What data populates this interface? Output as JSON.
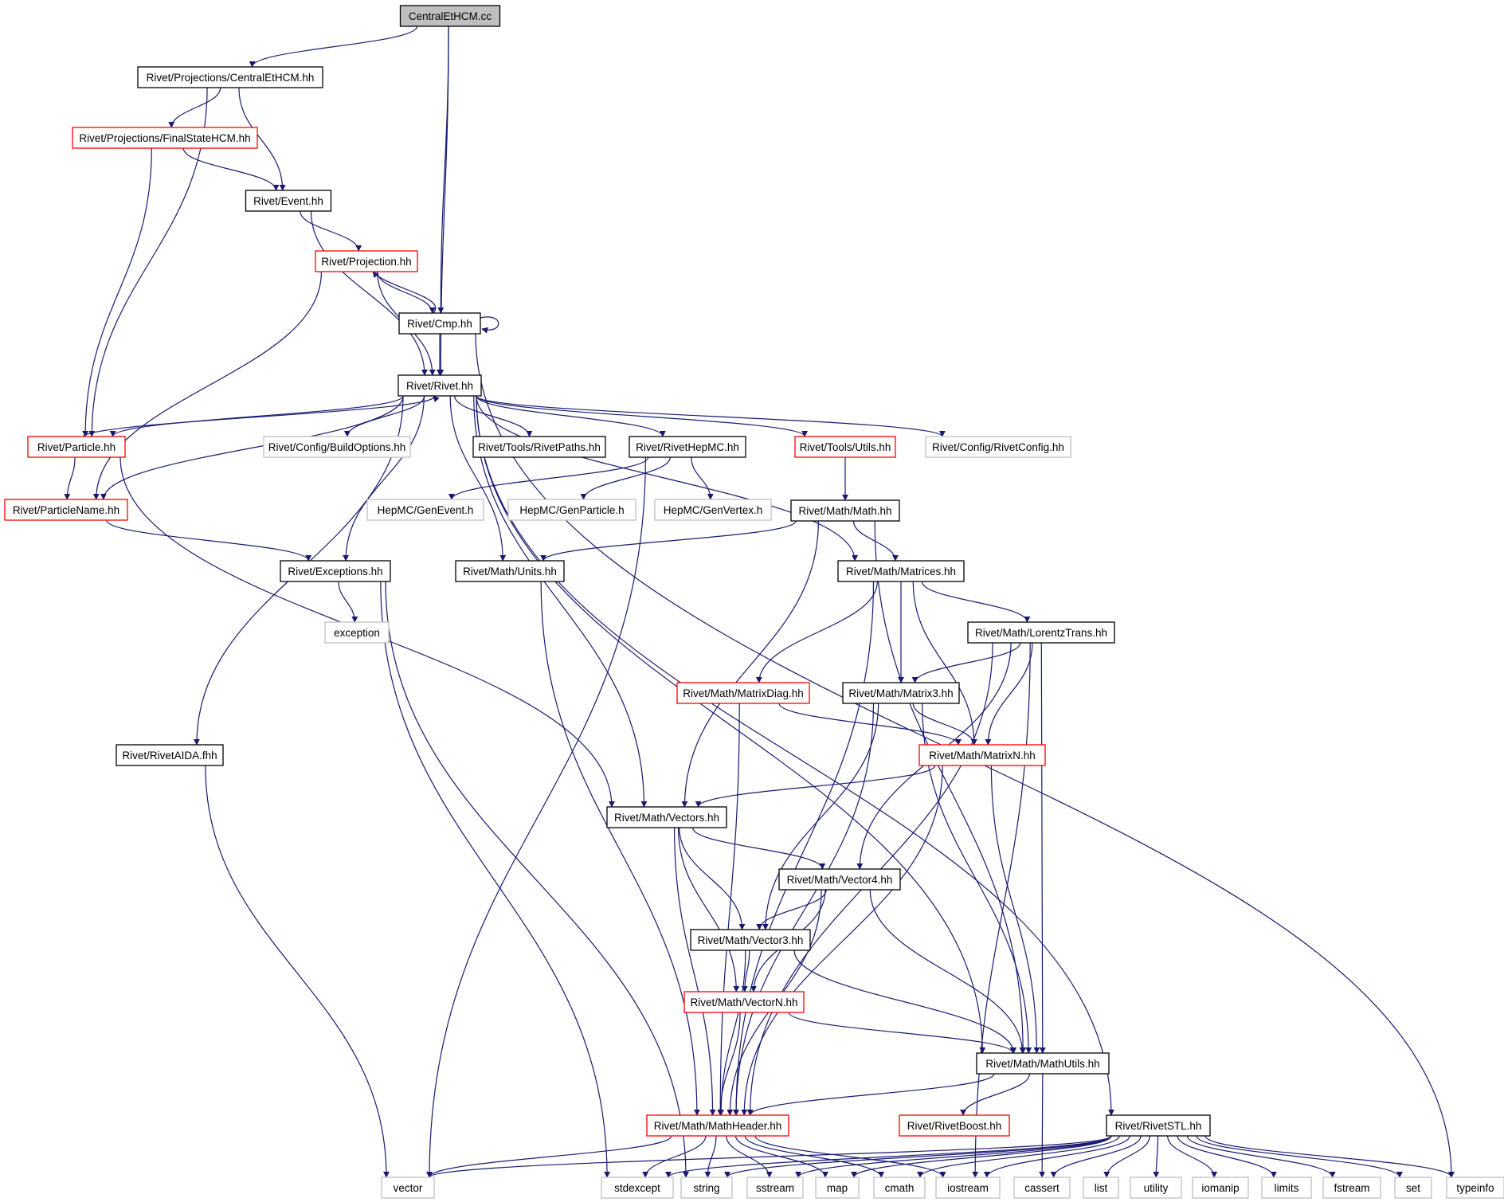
{
  "colors": {
    "edge": "#191970",
    "normal_border": "#000000",
    "missing_border": "#ff0000",
    "system_border": "#bfbfbf",
    "system_text": "#000000",
    "root_fill": "#bfbfbf",
    "fill": "#ffffff"
  },
  "nodes": [
    {
      "id": "root",
      "label": "CentralEtHCM.cc",
      "kind": "root"
    },
    {
      "id": "cethcm",
      "label": "Rivet/Projections/CentralEtHCM.hh",
      "kind": "normal"
    },
    {
      "id": "fshcm",
      "label": "Rivet/Projections/FinalStateHCM.hh",
      "kind": "missing"
    },
    {
      "id": "event",
      "label": "Rivet/Event.hh",
      "kind": "normal"
    },
    {
      "id": "projection",
      "label": "Rivet/Projection.hh",
      "kind": "missing"
    },
    {
      "id": "cmp",
      "label": "Rivet/Cmp.hh",
      "kind": "normal"
    },
    {
      "id": "rivet",
      "label": "Rivet/Rivet.hh",
      "kind": "normal"
    },
    {
      "id": "particle",
      "label": "Rivet/Particle.hh",
      "kind": "missing"
    },
    {
      "id": "buildopts",
      "label": "Rivet/Config/BuildOptions.hh",
      "kind": "system"
    },
    {
      "id": "rivetpaths",
      "label": "Rivet/Tools/RivetPaths.hh",
      "kind": "normal"
    },
    {
      "id": "hepmc",
      "label": "Rivet/RivetHepMC.hh",
      "kind": "normal"
    },
    {
      "id": "utils",
      "label": "Rivet/Tools/Utils.hh",
      "kind": "missing"
    },
    {
      "id": "rivetconfig",
      "label": "Rivet/Config/RivetConfig.hh",
      "kind": "system"
    },
    {
      "id": "pname",
      "label": "Rivet/ParticleName.hh",
      "kind": "missing"
    },
    {
      "id": "genevent",
      "label": "HepMC/GenEvent.h",
      "kind": "system"
    },
    {
      "id": "genparticle",
      "label": "HepMC/GenParticle.h",
      "kind": "system"
    },
    {
      "id": "genvertex",
      "label": "HepMC/GenVertex.h",
      "kind": "system"
    },
    {
      "id": "math",
      "label": "Rivet/Math/Math.hh",
      "kind": "normal"
    },
    {
      "id": "exceptions",
      "label": "Rivet/Exceptions.hh",
      "kind": "normal"
    },
    {
      "id": "units",
      "label": "Rivet/Math/Units.hh",
      "kind": "normal"
    },
    {
      "id": "matrices",
      "label": "Rivet/Math/Matrices.hh",
      "kind": "normal"
    },
    {
      "id": "exception",
      "label": "exception",
      "kind": "system"
    },
    {
      "id": "lorentz",
      "label": "Rivet/Math/LorentzTrans.hh",
      "kind": "normal"
    },
    {
      "id": "matrixdiag",
      "label": "Rivet/Math/MatrixDiag.hh",
      "kind": "missing"
    },
    {
      "id": "matrix3",
      "label": "Rivet/Math/Matrix3.hh",
      "kind": "normal"
    },
    {
      "id": "aida",
      "label": "Rivet/RivetAIDA.fhh",
      "kind": "normal"
    },
    {
      "id": "matrixn",
      "label": "Rivet/Math/MatrixN.hh",
      "kind": "missing"
    },
    {
      "id": "vectors",
      "label": "Rivet/Math/Vectors.hh",
      "kind": "normal"
    },
    {
      "id": "vector4",
      "label": "Rivet/Math/Vector4.hh",
      "kind": "normal"
    },
    {
      "id": "vector3",
      "label": "Rivet/Math/Vector3.hh",
      "kind": "normal"
    },
    {
      "id": "vectorn",
      "label": "Rivet/Math/VectorN.hh",
      "kind": "missing"
    },
    {
      "id": "mathutils",
      "label": "Rivet/Math/MathUtils.hh",
      "kind": "normal"
    },
    {
      "id": "mathheader",
      "label": "Rivet/Math/MathHeader.hh",
      "kind": "missing"
    },
    {
      "id": "rivetboost",
      "label": "Rivet/RivetBoost.hh",
      "kind": "missing"
    },
    {
      "id": "rivetstl",
      "label": "Rivet/RivetSTL.hh",
      "kind": "normal"
    },
    {
      "id": "vector",
      "label": "vector",
      "kind": "system"
    },
    {
      "id": "stdexcept",
      "label": "stdexcept",
      "kind": "system"
    },
    {
      "id": "string",
      "label": "string",
      "kind": "system"
    },
    {
      "id": "sstream",
      "label": "sstream",
      "kind": "system"
    },
    {
      "id": "map",
      "label": "map",
      "kind": "system"
    },
    {
      "id": "cmath",
      "label": "cmath",
      "kind": "system"
    },
    {
      "id": "iostream",
      "label": "iostream",
      "kind": "system"
    },
    {
      "id": "cassert",
      "label": "cassert",
      "kind": "system"
    },
    {
      "id": "list",
      "label": "list",
      "kind": "system"
    },
    {
      "id": "utility",
      "label": "utility",
      "kind": "system"
    },
    {
      "id": "iomanip",
      "label": "iomanip",
      "kind": "system"
    },
    {
      "id": "limits",
      "label": "limits",
      "kind": "system"
    },
    {
      "id": "fstream",
      "label": "fstream",
      "kind": "system"
    },
    {
      "id": "set",
      "label": "set",
      "kind": "system"
    },
    {
      "id": "typeinfo",
      "label": "typeinfo",
      "kind": "system"
    }
  ],
  "edges": [
    [
      "root",
      "cethcm"
    ],
    [
      "root",
      "cmp"
    ],
    [
      "root",
      "rivet"
    ],
    [
      "cethcm",
      "fshcm"
    ],
    [
      "cethcm",
      "event"
    ],
    [
      "cethcm",
      "particle"
    ],
    [
      "fshcm",
      "event"
    ],
    [
      "fshcm",
      "particle"
    ],
    [
      "event",
      "projection"
    ],
    [
      "event",
      "rivet"
    ],
    [
      "projection",
      "cmp"
    ],
    [
      "projection",
      "rivet"
    ],
    [
      "projection",
      "pname"
    ],
    [
      "cmp",
      "projection"
    ],
    [
      "cmp",
      "cmp"
    ],
    [
      "cmp",
      "rivet"
    ],
    [
      "cmp",
      "typeinfo"
    ],
    [
      "rivet",
      "particle"
    ],
    [
      "rivet",
      "buildopts"
    ],
    [
      "rivet",
      "rivetpaths"
    ],
    [
      "rivet",
      "hepmc"
    ],
    [
      "rivet",
      "utils"
    ],
    [
      "rivet",
      "rivetconfig"
    ],
    [
      "rivet",
      "pname"
    ],
    [
      "rivet",
      "exceptions"
    ],
    [
      "rivet",
      "units"
    ],
    [
      "rivet",
      "matrices"
    ],
    [
      "rivet",
      "vectors"
    ],
    [
      "rivet",
      "mathutils"
    ],
    [
      "rivet",
      "rivetstl"
    ],
    [
      "rivet",
      "aida"
    ],
    [
      "particle",
      "rivet"
    ],
    [
      "particle",
      "pname"
    ],
    [
      "particle",
      "vectors"
    ],
    [
      "hepmc",
      "genevent"
    ],
    [
      "hepmc",
      "genparticle"
    ],
    [
      "hepmc",
      "genvertex"
    ],
    [
      "hepmc",
      "vector"
    ],
    [
      "utils",
      "math"
    ],
    [
      "pname",
      "exceptions"
    ],
    [
      "math",
      "units"
    ],
    [
      "math",
      "matrices"
    ],
    [
      "math",
      "vectors"
    ],
    [
      "math",
      "mathutils"
    ],
    [
      "exceptions",
      "exception"
    ],
    [
      "exceptions",
      "stdexcept"
    ],
    [
      "exceptions",
      "string"
    ],
    [
      "units",
      "mathheader"
    ],
    [
      "matrices",
      "lorentz"
    ],
    [
      "matrices",
      "matrixdiag"
    ],
    [
      "matrices",
      "matrix3"
    ],
    [
      "matrices",
      "matrixn"
    ],
    [
      "matrices",
      "mathheader"
    ],
    [
      "lorentz",
      "matrix3"
    ],
    [
      "lorentz",
      "matrixn"
    ],
    [
      "lorentz",
      "vector4"
    ],
    [
      "lorentz",
      "mathutils"
    ],
    [
      "lorentz",
      "mathheader"
    ],
    [
      "lorentz",
      "iostream"
    ],
    [
      "matrixdiag",
      "matrixn"
    ],
    [
      "matrixdiag",
      "mathheader"
    ],
    [
      "matrix3",
      "matrixn"
    ],
    [
      "matrix3",
      "vector3"
    ],
    [
      "matrix3",
      "mathutils"
    ],
    [
      "matrix3",
      "mathheader"
    ],
    [
      "aida",
      "vector"
    ],
    [
      "matrixn",
      "vectors"
    ],
    [
      "matrixn",
      "mathutils"
    ],
    [
      "matrixn",
      "mathheader"
    ],
    [
      "vectors",
      "vector4"
    ],
    [
      "vectors",
      "vector3"
    ],
    [
      "vectors",
      "vectorn"
    ],
    [
      "vectors",
      "mathheader"
    ],
    [
      "vector4",
      "vector3"
    ],
    [
      "vector4",
      "vectorn"
    ],
    [
      "vector4",
      "mathutils"
    ],
    [
      "vector4",
      "mathheader"
    ],
    [
      "vector3",
      "vectorn"
    ],
    [
      "vector3",
      "mathutils"
    ],
    [
      "vector3",
      "mathheader"
    ],
    [
      "vectorn",
      "mathutils"
    ],
    [
      "vectorn",
      "mathheader"
    ],
    [
      "mathutils",
      "mathheader"
    ],
    [
      "mathutils",
      "rivetboost"
    ],
    [
      "mathutils",
      "cassert"
    ],
    [
      "mathheader",
      "vector"
    ],
    [
      "mathheader",
      "stdexcept"
    ],
    [
      "mathheader",
      "string"
    ],
    [
      "mathheader",
      "sstream"
    ],
    [
      "mathheader",
      "map"
    ],
    [
      "mathheader",
      "cmath"
    ],
    [
      "mathheader",
      "iostream"
    ],
    [
      "rivetstl",
      "vector"
    ],
    [
      "rivetstl",
      "stdexcept"
    ],
    [
      "rivetstl",
      "string"
    ],
    [
      "rivetstl",
      "sstream"
    ],
    [
      "rivetstl",
      "map"
    ],
    [
      "rivetstl",
      "cmath"
    ],
    [
      "rivetstl",
      "iostream"
    ],
    [
      "rivetstl",
      "cassert"
    ],
    [
      "rivetstl",
      "list"
    ],
    [
      "rivetstl",
      "utility"
    ],
    [
      "rivetstl",
      "iomanip"
    ],
    [
      "rivetstl",
      "limits"
    ],
    [
      "rivetstl",
      "fstream"
    ],
    [
      "rivetstl",
      "set"
    ],
    [
      "rivetstl",
      "typeinfo"
    ]
  ]
}
